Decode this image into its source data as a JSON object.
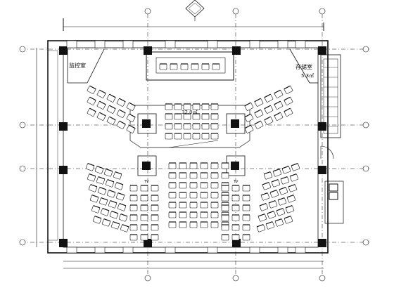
{
  "rooms": {
    "left_room": "监控室",
    "right_room": "存储室",
    "right_room_area": "5.3㎡",
    "stage_area": "32.0㎡"
  },
  "equipment": {
    "tv_left": "TV",
    "tv_right": "TV"
  },
  "colors": {
    "line": "#111111",
    "column_fill": "#111111",
    "hatch": "#333333"
  },
  "icons": [
    "north-arrow-icon",
    "axis-bubble-icon"
  ]
}
